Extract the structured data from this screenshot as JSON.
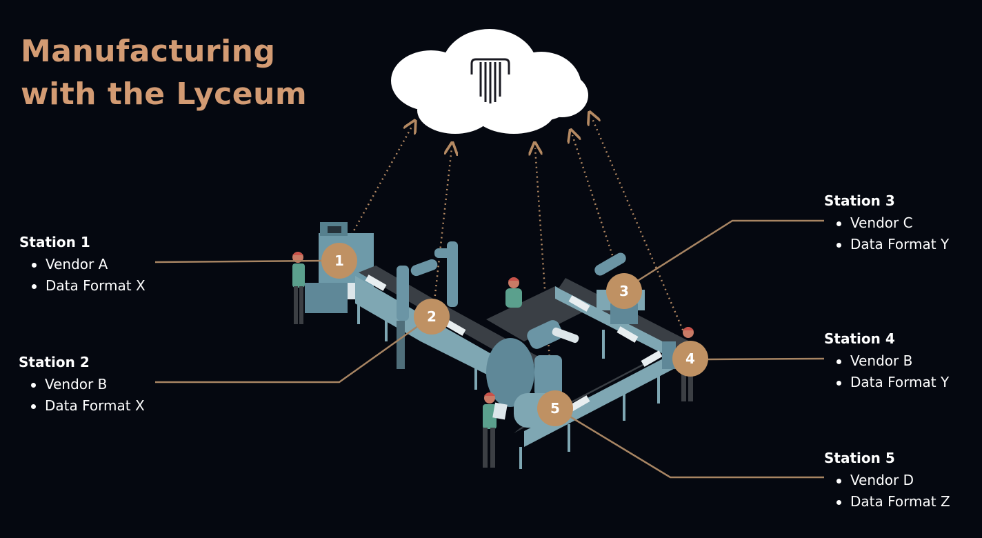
{
  "title": {
    "line1": "Manufacturing",
    "line2": "with the Lyceum"
  },
  "accent_color": "#d39b73",
  "badge_color": "#bf9163",
  "cloud_icon": "lyceum-logo-icon",
  "stations": [
    {
      "number": "1",
      "name": "Station 1",
      "vendor": "Vendor A",
      "format": "Data Format X"
    },
    {
      "number": "2",
      "name": "Station 2",
      "vendor": "Vendor B",
      "format": "Data Format X"
    },
    {
      "number": "3",
      "name": "Station 3",
      "vendor": "Vendor C",
      "format": "Data Format Y"
    },
    {
      "number": "4",
      "name": "Station 4",
      "vendor": "Vendor B",
      "format": "Data Format Y"
    },
    {
      "number": "5",
      "name": "Station 5",
      "vendor": "Vendor D",
      "format": "Data Format Z"
    }
  ]
}
